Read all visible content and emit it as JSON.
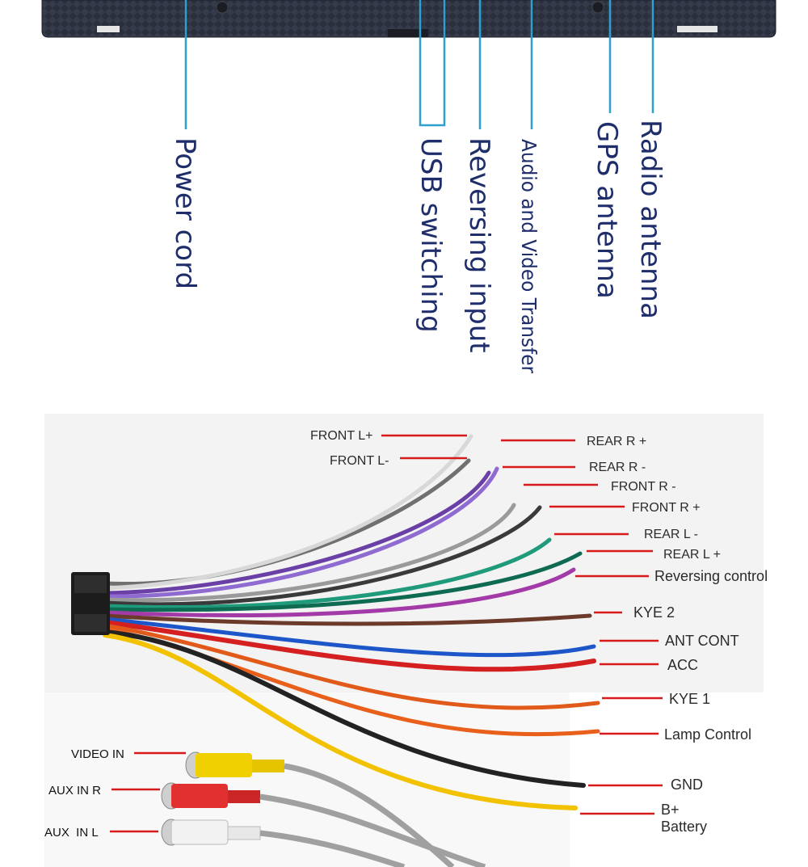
{
  "top_labels": {
    "power_cord": "Power cord",
    "usb_switching": "USB switching",
    "reversing_input": "Reversing input",
    "av_transfer": "Audio and Video Transfer",
    "gps_antenna": "GPS antenna",
    "radio_antenna": "Radio antenna"
  },
  "wire_labels": {
    "front_l_plus": "FRONT L+",
    "front_l_minus": "FRONT L-",
    "rear_r_plus": "REAR R +",
    "rear_r_minus": "REAR R -",
    "front_r_minus": "FRONT R -",
    "front_r_plus": "FRONT R +",
    "rear_l_minus": "REAR L -",
    "rear_l_plus": "REAR L +",
    "reversing_control": "Reversing control",
    "kye2": "KYE 2",
    "ant_cont": "ANT CONT",
    "acc": "ACC",
    "kye1": "KYE 1",
    "lamp_control": "Lamp Control",
    "gnd": "GND",
    "b_plus": "B+",
    "battery": "Battery"
  },
  "rca_labels": {
    "video_in": "VIDEO IN",
    "aux_in_r": "AUX IN R",
    "aux_in_l": "AUX  IN L"
  },
  "colors": {
    "label_text": "#1f2e6b",
    "leader_blue": "#2f9fd0",
    "leader_red": "#d91a1a"
  }
}
